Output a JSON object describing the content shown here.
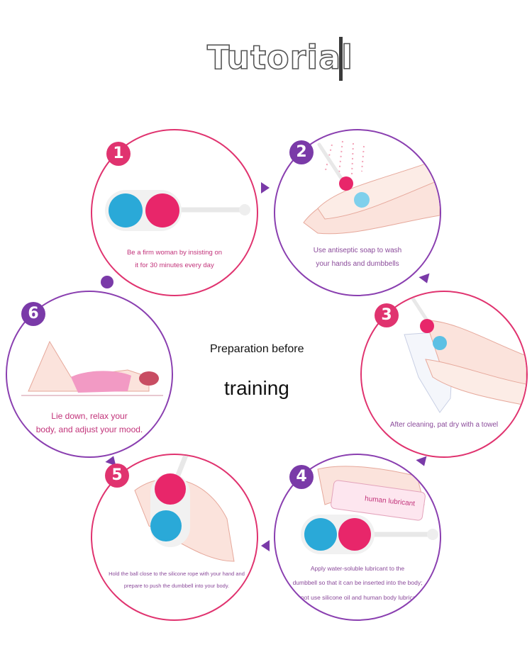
{
  "title": "Tutorial",
  "center": {
    "line1": "Preparation before",
    "line2": "training"
  },
  "steps": [
    {
      "number": "1",
      "line1": "Be a firm woman by insisting on",
      "line2": "it for 30 minutes every day"
    },
    {
      "number": "2",
      "line1": "Use antiseptic soap to wash",
      "line2": "your hands and dumbbells"
    },
    {
      "number": "3",
      "line1": "After cleaning, pat dry with a towel"
    },
    {
      "number": "4",
      "label": "human lubricant",
      "line1": "Apply water-soluble lubricant to the",
      "line2": "dumbbell so that it can be inserted into the body;",
      "line3": "do not use silicone oil and human body lubricant."
    },
    {
      "number": "5",
      "line1": "Hold the ball close to the silicone rope with your hand and",
      "line2": "prepare to push the dumbbell into your body."
    },
    {
      "number": "6",
      "line1": "Lie down, relax your",
      "line2": "body, and adjust your mood."
    }
  ],
  "colors": {
    "pink": "#e0336f",
    "purple": "#7a3aa8",
    "ball_pink": "#e8266a",
    "ball_blue": "#2aa9d8"
  }
}
